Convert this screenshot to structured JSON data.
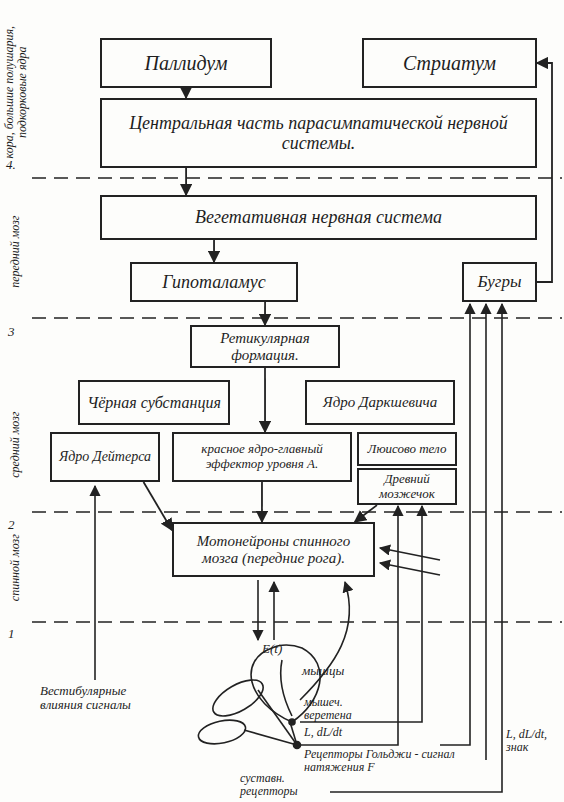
{
  "diagram": {
    "nodes": [
      {
        "text": [
          "Паллидум"
        ]
      },
      {
        "text": [
          "Стриатум"
        ]
      },
      {
        "text": [
          "Центральная часть парасимпатической нервной системы."
        ]
      },
      {
        "text": [
          "Вегетативная нервная система"
        ]
      },
      {
        "text": [
          "Гипоталамус"
        ]
      },
      {
        "text": [
          "Бугры"
        ]
      },
      {
        "text": [
          "Ретикулярная формация."
        ]
      },
      {
        "text": [
          "Чёрная субстанция"
        ]
      },
      {
        "text": [
          "Ядро Даркшевича"
        ]
      },
      {
        "text": [
          "Ядро Дейтерса"
        ]
      },
      {
        "text": [
          "красное ядро-главный эффектор уровня А."
        ]
      },
      {
        "text": [
          "Люисово тело"
        ]
      },
      {
        "text": [
          "Древний мозжечок"
        ]
      },
      {
        "text": [
          "Мотонейроны спинного мозга (передние рога)."
        ]
      }
    ],
    "edges": [
      {
        "from": 0,
        "to": 2,
        "arrow": "to"
      },
      {
        "from": 2,
        "to": 3,
        "arrow": "to"
      },
      {
        "from": 3,
        "to": 4,
        "arrow": "to"
      },
      {
        "from": 4,
        "to": 6,
        "arrow": "to"
      },
      {
        "from": 6,
        "to": 10,
        "arrow": "to"
      },
      {
        "from": 5,
        "to": 1,
        "arrow": "to"
      },
      {
        "from": 9,
        "to": 13,
        "arrow": "to"
      },
      {
        "from": 10,
        "to": 13,
        "arrow": "to"
      },
      {
        "from": 12,
        "to": 13,
        "arrow": "to"
      }
    ],
    "labels": [
      "кора, большие полушария, подкорковые ядра",
      "4.",
      "передний мозг",
      "3",
      "средний мозг",
      "2",
      "спинной мозг",
      "1",
      "E(t)",
      "мышцы",
      "мышеч. веретена",
      "L, dL/dt",
      "Рецепторы Гольджи - сигнал натяжения F",
      "суставн. рецепторы",
      "L, dL/dt, знак",
      "Вестибулярные влияния сигналы"
    ]
  }
}
